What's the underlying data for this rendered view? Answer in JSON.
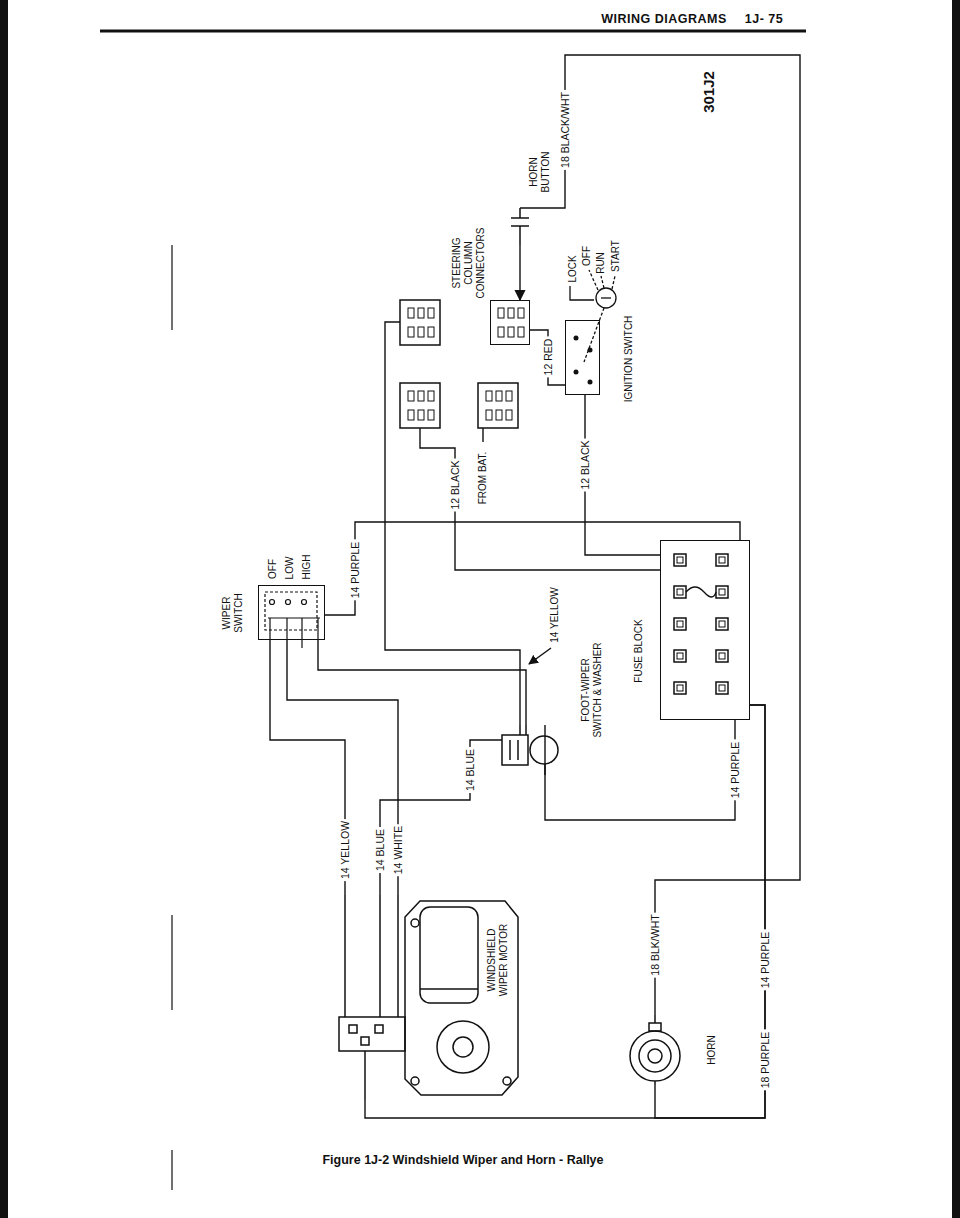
{
  "diagram": {
    "caption": "Figure 1J-2 Windshield Wiper and Horn - Rallye",
    "nodes": [
      {
        "text": [
          "WIPER SWITCH",
          "OFF",
          "LOW",
          "HIGH"
        ]
      },
      {
        "text": [
          "STEERING COLUMN CONNECTORS"
        ]
      },
      {
        "text": [
          "HORN BUTTON"
        ]
      },
      {
        "text": [
          "LOCK",
          "OFF",
          "RUN",
          "START",
          "IGNITION SWITCH"
        ]
      },
      {
        "text": [
          "FUSE BLOCK"
        ]
      },
      {
        "text": [
          "FOOT-WIPER SWITCH & WASHER"
        ]
      },
      {
        "text": [
          "WINDSHIELD WIPER MOTOR"
        ]
      },
      {
        "text": [
          "HORN"
        ]
      }
    ],
    "edges": [
      {
        "from": 0,
        "to": 6,
        "label": "14 YELLOW",
        "arrow": "none"
      },
      {
        "from": 0,
        "to": 6,
        "label": "14 WHITE",
        "arrow": "none"
      },
      {
        "from": 0,
        "to": 5,
        "arrow": "none"
      },
      {
        "from": 2,
        "to": 1,
        "arrow": "to"
      },
      {
        "from": 2,
        "to": 7,
        "label": "18 BLK/WHT",
        "arrow": "none"
      },
      {
        "from": 3,
        "to": 1,
        "label": "12 RED",
        "arrow": "none"
      },
      {
        "from": 3,
        "to": 4,
        "label": "12 BLACK",
        "arrow": "none"
      },
      {
        "from": 4,
        "to": 0,
        "label": "14 PURPLE",
        "arrow": "none"
      },
      {
        "from": 4,
        "to": 5,
        "label": "14 PURPLE",
        "arrow": "none"
      },
      {
        "from": 4,
        "to": 7,
        "label": "14 PURPLE",
        "arrow": "none"
      },
      {
        "from": 4,
        "to": 6,
        "arrow": "none"
      },
      {
        "from": 5,
        "to": 6,
        "label": "14 BLUE",
        "arrow": "none"
      }
    ],
    "labels": [
      "WIRING DIAGRAMS",
      "1J- 75",
      "301J2",
      "18 BLACK/WHT",
      "12 BLACK",
      "FROM BAT.",
      "14 YELLOW",
      "14 BLUE",
      "18 PURPLE"
    ]
  }
}
